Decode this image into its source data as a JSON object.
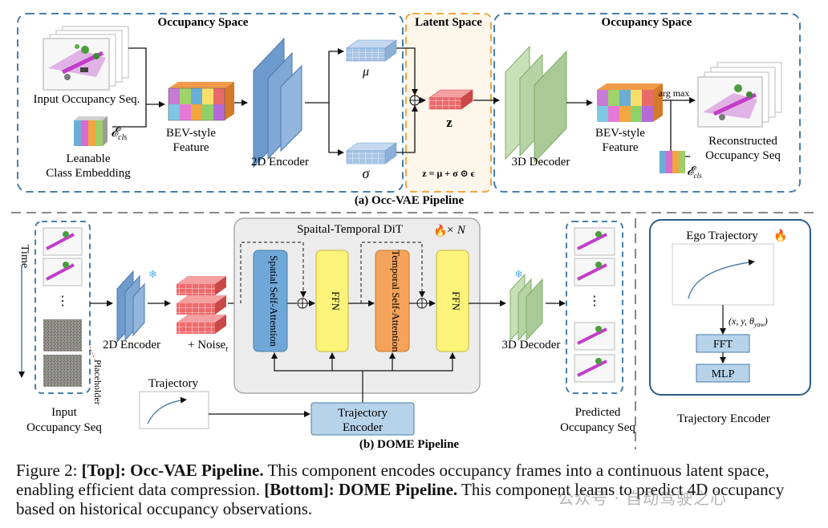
{
  "colors": {
    "dashed_border": "#4a7ea8",
    "encoder_blue": "#6e9bcd",
    "decoder_green": "#b6d3a5",
    "noise_red": "#e8666a",
    "latent_orange": "#f2a640",
    "attention_blue": "#6fa7d8",
    "ffn_yellow": "#fcf47a",
    "temporal_orange": "#f5a35a",
    "traj_encoder_box": "#b7d3ea",
    "fft_box": "#b7d3ea",
    "ego_border": "#2e5d87"
  },
  "icons": [
    "fire-icon",
    "snowflake-icon",
    "occupancy-frame-image"
  ],
  "top": {
    "section_left": "Occupancy Space",
    "section_mid": "Latent Space",
    "section_right": "Occupancy Space",
    "input_seq": "Input Occupancy Seq.",
    "class_emb_symbol": "𝓔",
    "class_emb_sub": "cls",
    "leanable": "Leanable",
    "class_embedding": "Class Embedding",
    "bev_line1": "BEV-style",
    "bev_line2": "Feature",
    "encoder_2d": "2D Encoder",
    "mu": "μ",
    "sigma": "σ",
    "z": "z",
    "z_formula": "z = μ + σ ⊙ ϵ",
    "decoder_3d": "3D Decoder",
    "bev_out_line1": "BEV-style",
    "bev_out_line2": "Feature",
    "argmax": "arg max",
    "recon_line1": "Reconstructed",
    "recon_line2": "Occupancy Seq",
    "title": "(a) Occ-VAE  Pipeline"
  },
  "bottom": {
    "time": "Time",
    "dots": "⋮",
    "placeholder": "Placeholder",
    "input_line1": "Input",
    "input_line2": "Occupancy Seq",
    "encoder_2d": "2D Encoder",
    "noise": "+ Noise",
    "noise_sub": "t",
    "dit_title": "Spaital-Temporal DiT",
    "times_n": "× N",
    "spatial_attn": "Spatial Self-Attention",
    "ffn1": "FFN",
    "temporal_attn": "Temporal Self-Attention",
    "ffn2": "FFN",
    "decoder_3d": "3D Decoder",
    "pred_line1": "Predicted",
    "pred_line2": "Occupancy Seq",
    "trajectory": "Trajectory",
    "traj_enc_line1": "Trajectory",
    "traj_enc_line2": "Encoder",
    "title": "(b) DOME  Pipeline",
    "ego_traj": "Ego Trajectory",
    "xy_theta": "(x, y, θ",
    "yaw_sub": "yaw",
    "xy_close": ")",
    "fft": "FFT",
    "mlp": "MLP",
    "traj_encoder_label": "Trajectory Encoder"
  },
  "caption": {
    "figure": "Figure 2: ",
    "top_bold": "[Top]: Occ-VAE Pipeline.",
    "top_text": " This component encodes occupancy frames into a continuous latent space, enabling efficient data compression. ",
    "bottom_bold": "[Bottom]: DOME Pipeline.",
    "bottom_text": " This component learns to predict 4D occupancy based on historical occupancy observations."
  },
  "watermark": "公众号 · 自动驾驶之心"
}
